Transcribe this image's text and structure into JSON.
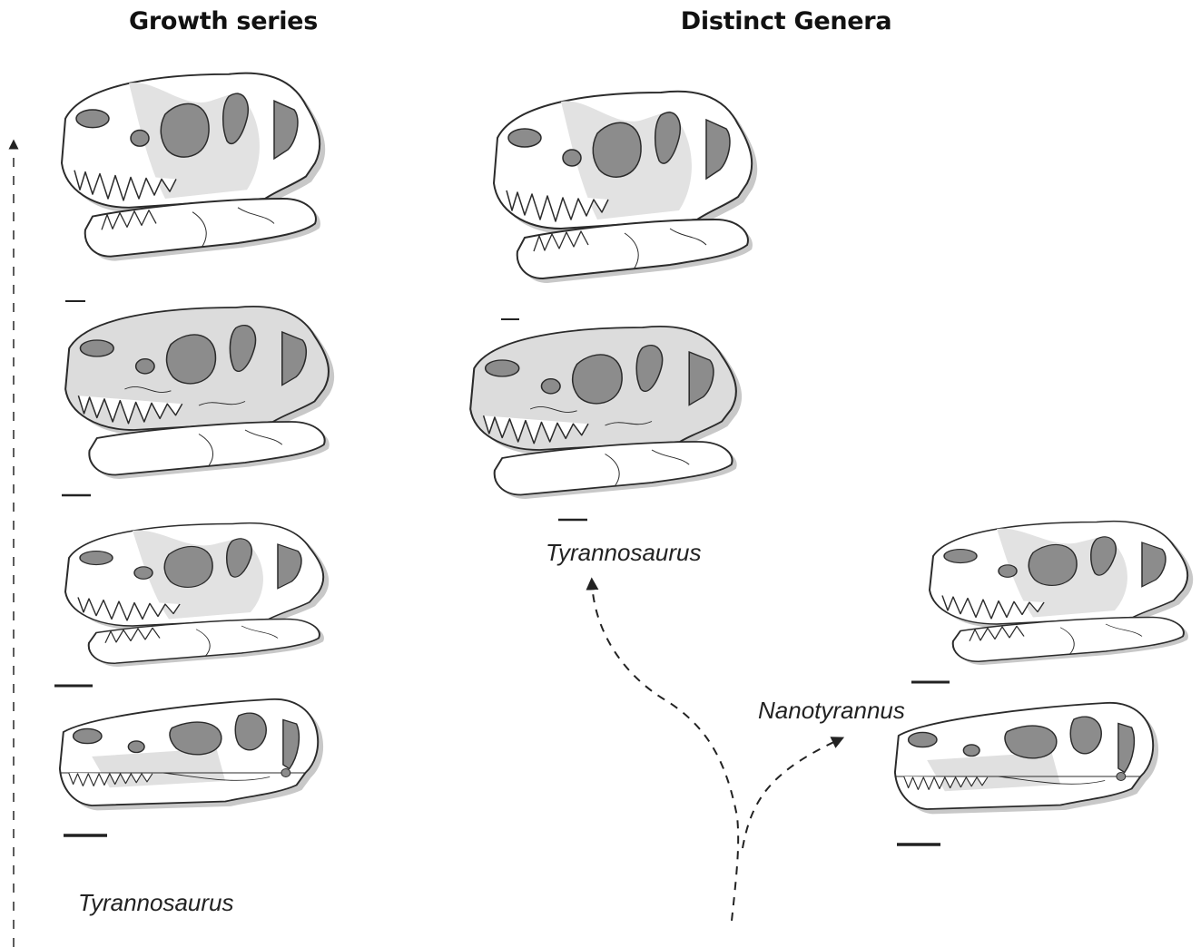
{
  "headings": {
    "growth": "Growth series",
    "genera": "Distinct Genera"
  },
  "labels": {
    "growth_taxon": "Tyrannosaurus",
    "genera_tyrannosaurus": "Tyrannosaurus",
    "genera_nanotyrannus": "Nanotyrannus"
  },
  "colors": {
    "outline": "#2b2b2b",
    "fenestra": "#8c8c8c",
    "bone_light": "#ffffff",
    "bone_shaded": "#d9d9d9",
    "shadow": "#bdbdbd"
  }
}
